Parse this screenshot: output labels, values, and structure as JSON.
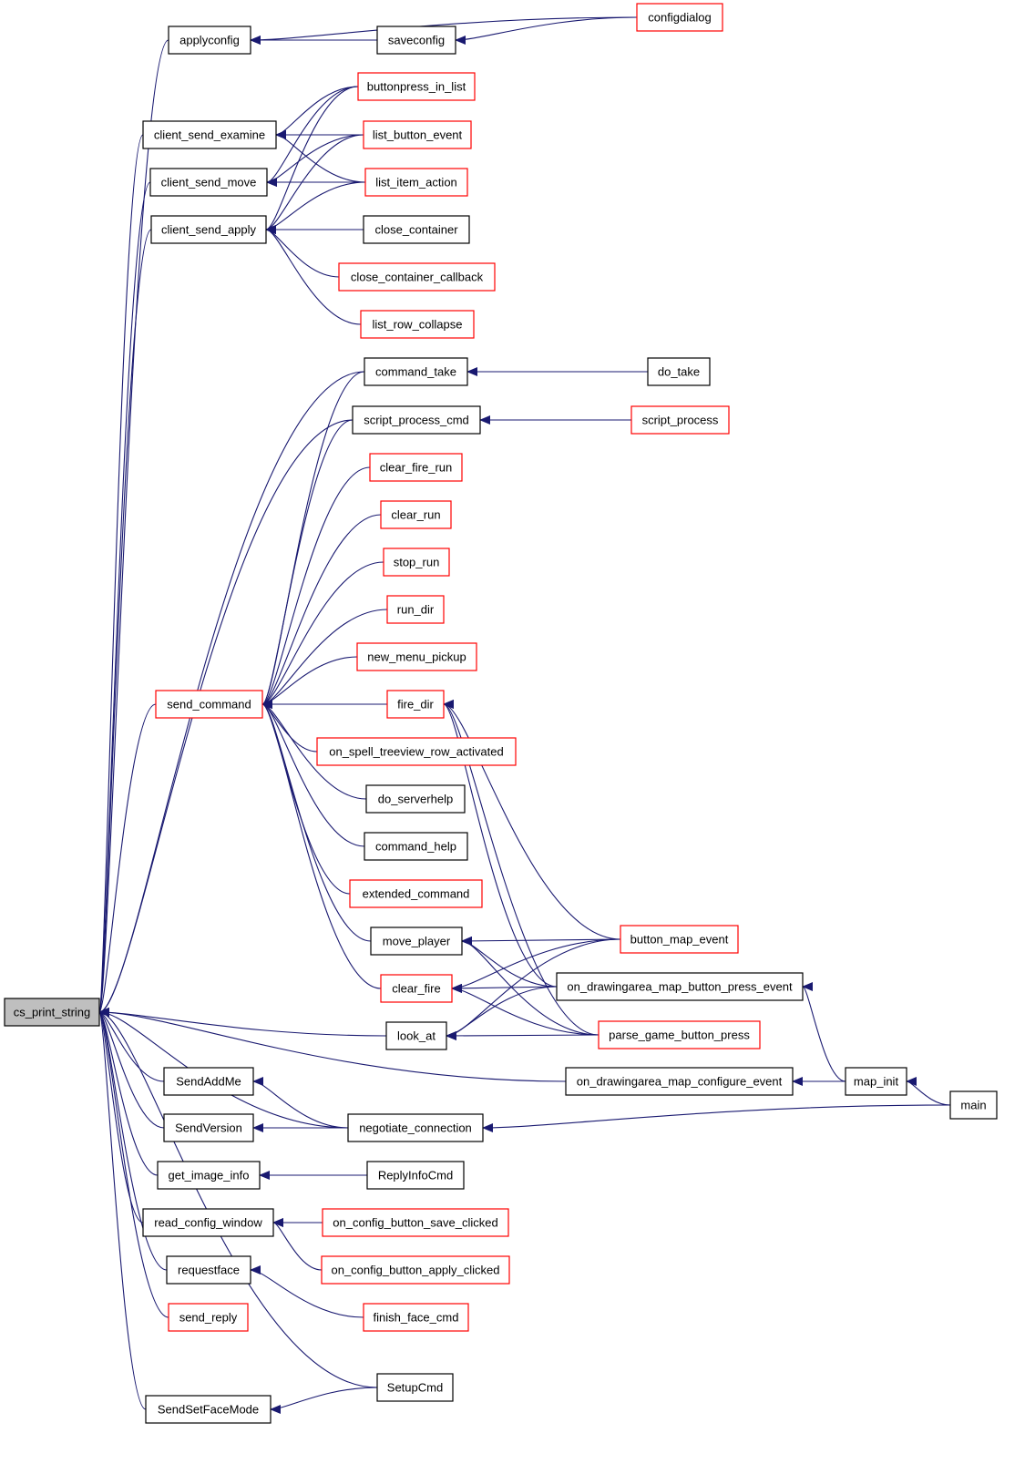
{
  "colors": {
    "edge": "#191970",
    "link_border": "#ff0000",
    "node_border": "#000000",
    "root_fill": "#bfbfbf",
    "node_fill": "#ffffff"
  },
  "nodes": {
    "cs_print_string": {
      "label": "cs_print_string",
      "style": "root"
    },
    "applyconfig": {
      "label": "applyconfig",
      "style": "plain"
    },
    "configdialog": {
      "label": "configdialog",
      "style": "link"
    },
    "saveconfig": {
      "label": "saveconfig",
      "style": "plain"
    },
    "client_send_examine": {
      "label": "client_send_examine",
      "style": "plain"
    },
    "buttonpress_in_list": {
      "label": "buttonpress_in_list",
      "style": "link"
    },
    "list_button_event": {
      "label": "list_button_event",
      "style": "link"
    },
    "client_send_move": {
      "label": "client_send_move",
      "style": "plain"
    },
    "list_item_action": {
      "label": "list_item_action",
      "style": "link"
    },
    "client_send_apply": {
      "label": "client_send_apply",
      "style": "plain"
    },
    "close_container": {
      "label": "close_container",
      "style": "plain"
    },
    "close_container_callback": {
      "label": "close_container_callback",
      "style": "link"
    },
    "list_row_collapse": {
      "label": "list_row_collapse",
      "style": "link"
    },
    "command_take": {
      "label": "command_take",
      "style": "plain"
    },
    "do_take": {
      "label": "do_take",
      "style": "plain"
    },
    "script_process_cmd": {
      "label": "script_process_cmd",
      "style": "plain"
    },
    "script_process": {
      "label": "script_process",
      "style": "link"
    },
    "clear_fire_run": {
      "label": "clear_fire_run",
      "style": "link"
    },
    "clear_run": {
      "label": "clear_run",
      "style": "link"
    },
    "stop_run": {
      "label": "stop_run",
      "style": "link"
    },
    "run_dir": {
      "label": "run_dir",
      "style": "link"
    },
    "new_menu_pickup": {
      "label": "new_menu_pickup",
      "style": "link"
    },
    "send_command": {
      "label": "send_command",
      "style": "link"
    },
    "fire_dir": {
      "label": "fire_dir",
      "style": "link"
    },
    "on_spell_treeview_row_activated": {
      "label": "on_spell_treeview_row_activated",
      "style": "link"
    },
    "do_serverhelp": {
      "label": "do_serverhelp",
      "style": "plain"
    },
    "command_help": {
      "label": "command_help",
      "style": "plain"
    },
    "extended_command": {
      "label": "extended_command",
      "style": "link"
    },
    "move_player": {
      "label": "move_player",
      "style": "plain"
    },
    "button_map_event": {
      "label": "button_map_event",
      "style": "link"
    },
    "clear_fire": {
      "label": "clear_fire",
      "style": "link"
    },
    "on_drawingarea_map_button_press_event": {
      "label": "on_drawingarea_map_button_press_event",
      "style": "plain"
    },
    "look_at": {
      "label": "look_at",
      "style": "plain"
    },
    "parse_game_button_press": {
      "label": "parse_game_button_press",
      "style": "link"
    },
    "SendAddMe": {
      "label": "SendAddMe",
      "style": "plain"
    },
    "on_drawingarea_map_configure_event": {
      "label": "on_drawingarea_map_configure_event",
      "style": "plain"
    },
    "map_init": {
      "label": "map_init",
      "style": "plain"
    },
    "main": {
      "label": "main",
      "style": "plain"
    },
    "SendVersion": {
      "label": "SendVersion",
      "style": "plain"
    },
    "negotiate_connection": {
      "label": "negotiate_connection",
      "style": "plain"
    },
    "get_image_info": {
      "label": "get_image_info",
      "style": "plain"
    },
    "ReplyInfoCmd": {
      "label": "ReplyInfoCmd",
      "style": "plain"
    },
    "read_config_window": {
      "label": "read_config_window",
      "style": "plain"
    },
    "on_config_button_save_clicked": {
      "label": "on_config_button_save_clicked",
      "style": "link"
    },
    "on_config_button_apply_clicked": {
      "label": "on_config_button_apply_clicked",
      "style": "link"
    },
    "requestface": {
      "label": "requestface",
      "style": "plain"
    },
    "finish_face_cmd": {
      "label": "finish_face_cmd",
      "style": "link"
    },
    "send_reply": {
      "label": "send_reply",
      "style": "link"
    },
    "SetupCmd": {
      "label": "SetupCmd",
      "style": "plain"
    },
    "SendSetFaceMode": {
      "label": "SendSetFaceMode",
      "style": "plain"
    }
  },
  "edges": [
    [
      "applyconfig",
      "cs_print_string"
    ],
    [
      "client_send_examine",
      "cs_print_string"
    ],
    [
      "client_send_move",
      "cs_print_string"
    ],
    [
      "client_send_apply",
      "cs_print_string"
    ],
    [
      "command_take",
      "cs_print_string"
    ],
    [
      "script_process_cmd",
      "cs_print_string"
    ],
    [
      "send_command",
      "cs_print_string"
    ],
    [
      "look_at",
      "cs_print_string"
    ],
    [
      "on_drawingarea_map_configure_event",
      "cs_print_string"
    ],
    [
      "negotiate_connection",
      "cs_print_string"
    ],
    [
      "SendAddMe",
      "cs_print_string"
    ],
    [
      "SendVersion",
      "cs_print_string"
    ],
    [
      "get_image_info",
      "cs_print_string"
    ],
    [
      "read_config_window",
      "cs_print_string"
    ],
    [
      "requestface",
      "cs_print_string"
    ],
    [
      "send_reply",
      "cs_print_string"
    ],
    [
      "SetupCmd",
      "cs_print_string"
    ],
    [
      "SendSetFaceMode",
      "cs_print_string"
    ],
    [
      "configdialog",
      "applyconfig"
    ],
    [
      "saveconfig",
      "applyconfig"
    ],
    [
      "configdialog",
      "saveconfig"
    ],
    [
      "buttonpress_in_list",
      "client_send_examine"
    ],
    [
      "list_button_event",
      "client_send_examine"
    ],
    [
      "list_item_action",
      "client_send_examine"
    ],
    [
      "buttonpress_in_list",
      "client_send_move"
    ],
    [
      "list_button_event",
      "client_send_move"
    ],
    [
      "list_item_action",
      "client_send_move"
    ],
    [
      "buttonpress_in_list",
      "client_send_apply"
    ],
    [
      "list_button_event",
      "client_send_apply"
    ],
    [
      "list_item_action",
      "client_send_apply"
    ],
    [
      "close_container",
      "client_send_apply"
    ],
    [
      "close_container_callback",
      "client_send_apply"
    ],
    [
      "list_row_collapse",
      "client_send_apply"
    ],
    [
      "do_take",
      "command_take"
    ],
    [
      "script_process",
      "script_process_cmd"
    ],
    [
      "command_take",
      "send_command"
    ],
    [
      "script_process_cmd",
      "send_command"
    ],
    [
      "clear_fire_run",
      "send_command"
    ],
    [
      "clear_run",
      "send_command"
    ],
    [
      "stop_run",
      "send_command"
    ],
    [
      "run_dir",
      "send_command"
    ],
    [
      "new_menu_pickup",
      "send_command"
    ],
    [
      "fire_dir",
      "send_command"
    ],
    [
      "on_spell_treeview_row_activated",
      "send_command"
    ],
    [
      "do_serverhelp",
      "send_command"
    ],
    [
      "command_help",
      "send_command"
    ],
    [
      "extended_command",
      "send_command"
    ],
    [
      "move_player",
      "send_command"
    ],
    [
      "clear_fire",
      "send_command"
    ],
    [
      "button_map_event",
      "fire_dir"
    ],
    [
      "on_drawingarea_map_button_press_event",
      "fire_dir"
    ],
    [
      "parse_game_button_press",
      "fire_dir"
    ],
    [
      "button_map_event",
      "move_player"
    ],
    [
      "on_drawingarea_map_button_press_event",
      "move_player"
    ],
    [
      "parse_game_button_press",
      "move_player"
    ],
    [
      "button_map_event",
      "clear_fire"
    ],
    [
      "on_drawingarea_map_button_press_event",
      "clear_fire"
    ],
    [
      "parse_game_button_press",
      "clear_fire"
    ],
    [
      "button_map_event",
      "look_at"
    ],
    [
      "on_drawingarea_map_button_press_event",
      "look_at"
    ],
    [
      "parse_game_button_press",
      "look_at"
    ],
    [
      "map_init",
      "on_drawingarea_map_button_press_event"
    ],
    [
      "map_init",
      "on_drawingarea_map_configure_event"
    ],
    [
      "main",
      "map_init"
    ],
    [
      "main",
      "negotiate_connection"
    ],
    [
      "negotiate_connection",
      "SendAddMe"
    ],
    [
      "negotiate_connection",
      "SendVersion"
    ],
    [
      "ReplyInfoCmd",
      "get_image_info"
    ],
    [
      "on_config_button_save_clicked",
      "read_config_window"
    ],
    [
      "on_config_button_apply_clicked",
      "read_config_window"
    ],
    [
      "finish_face_cmd",
      "requestface"
    ],
    [
      "SetupCmd",
      "SendSetFaceMode"
    ]
  ]
}
